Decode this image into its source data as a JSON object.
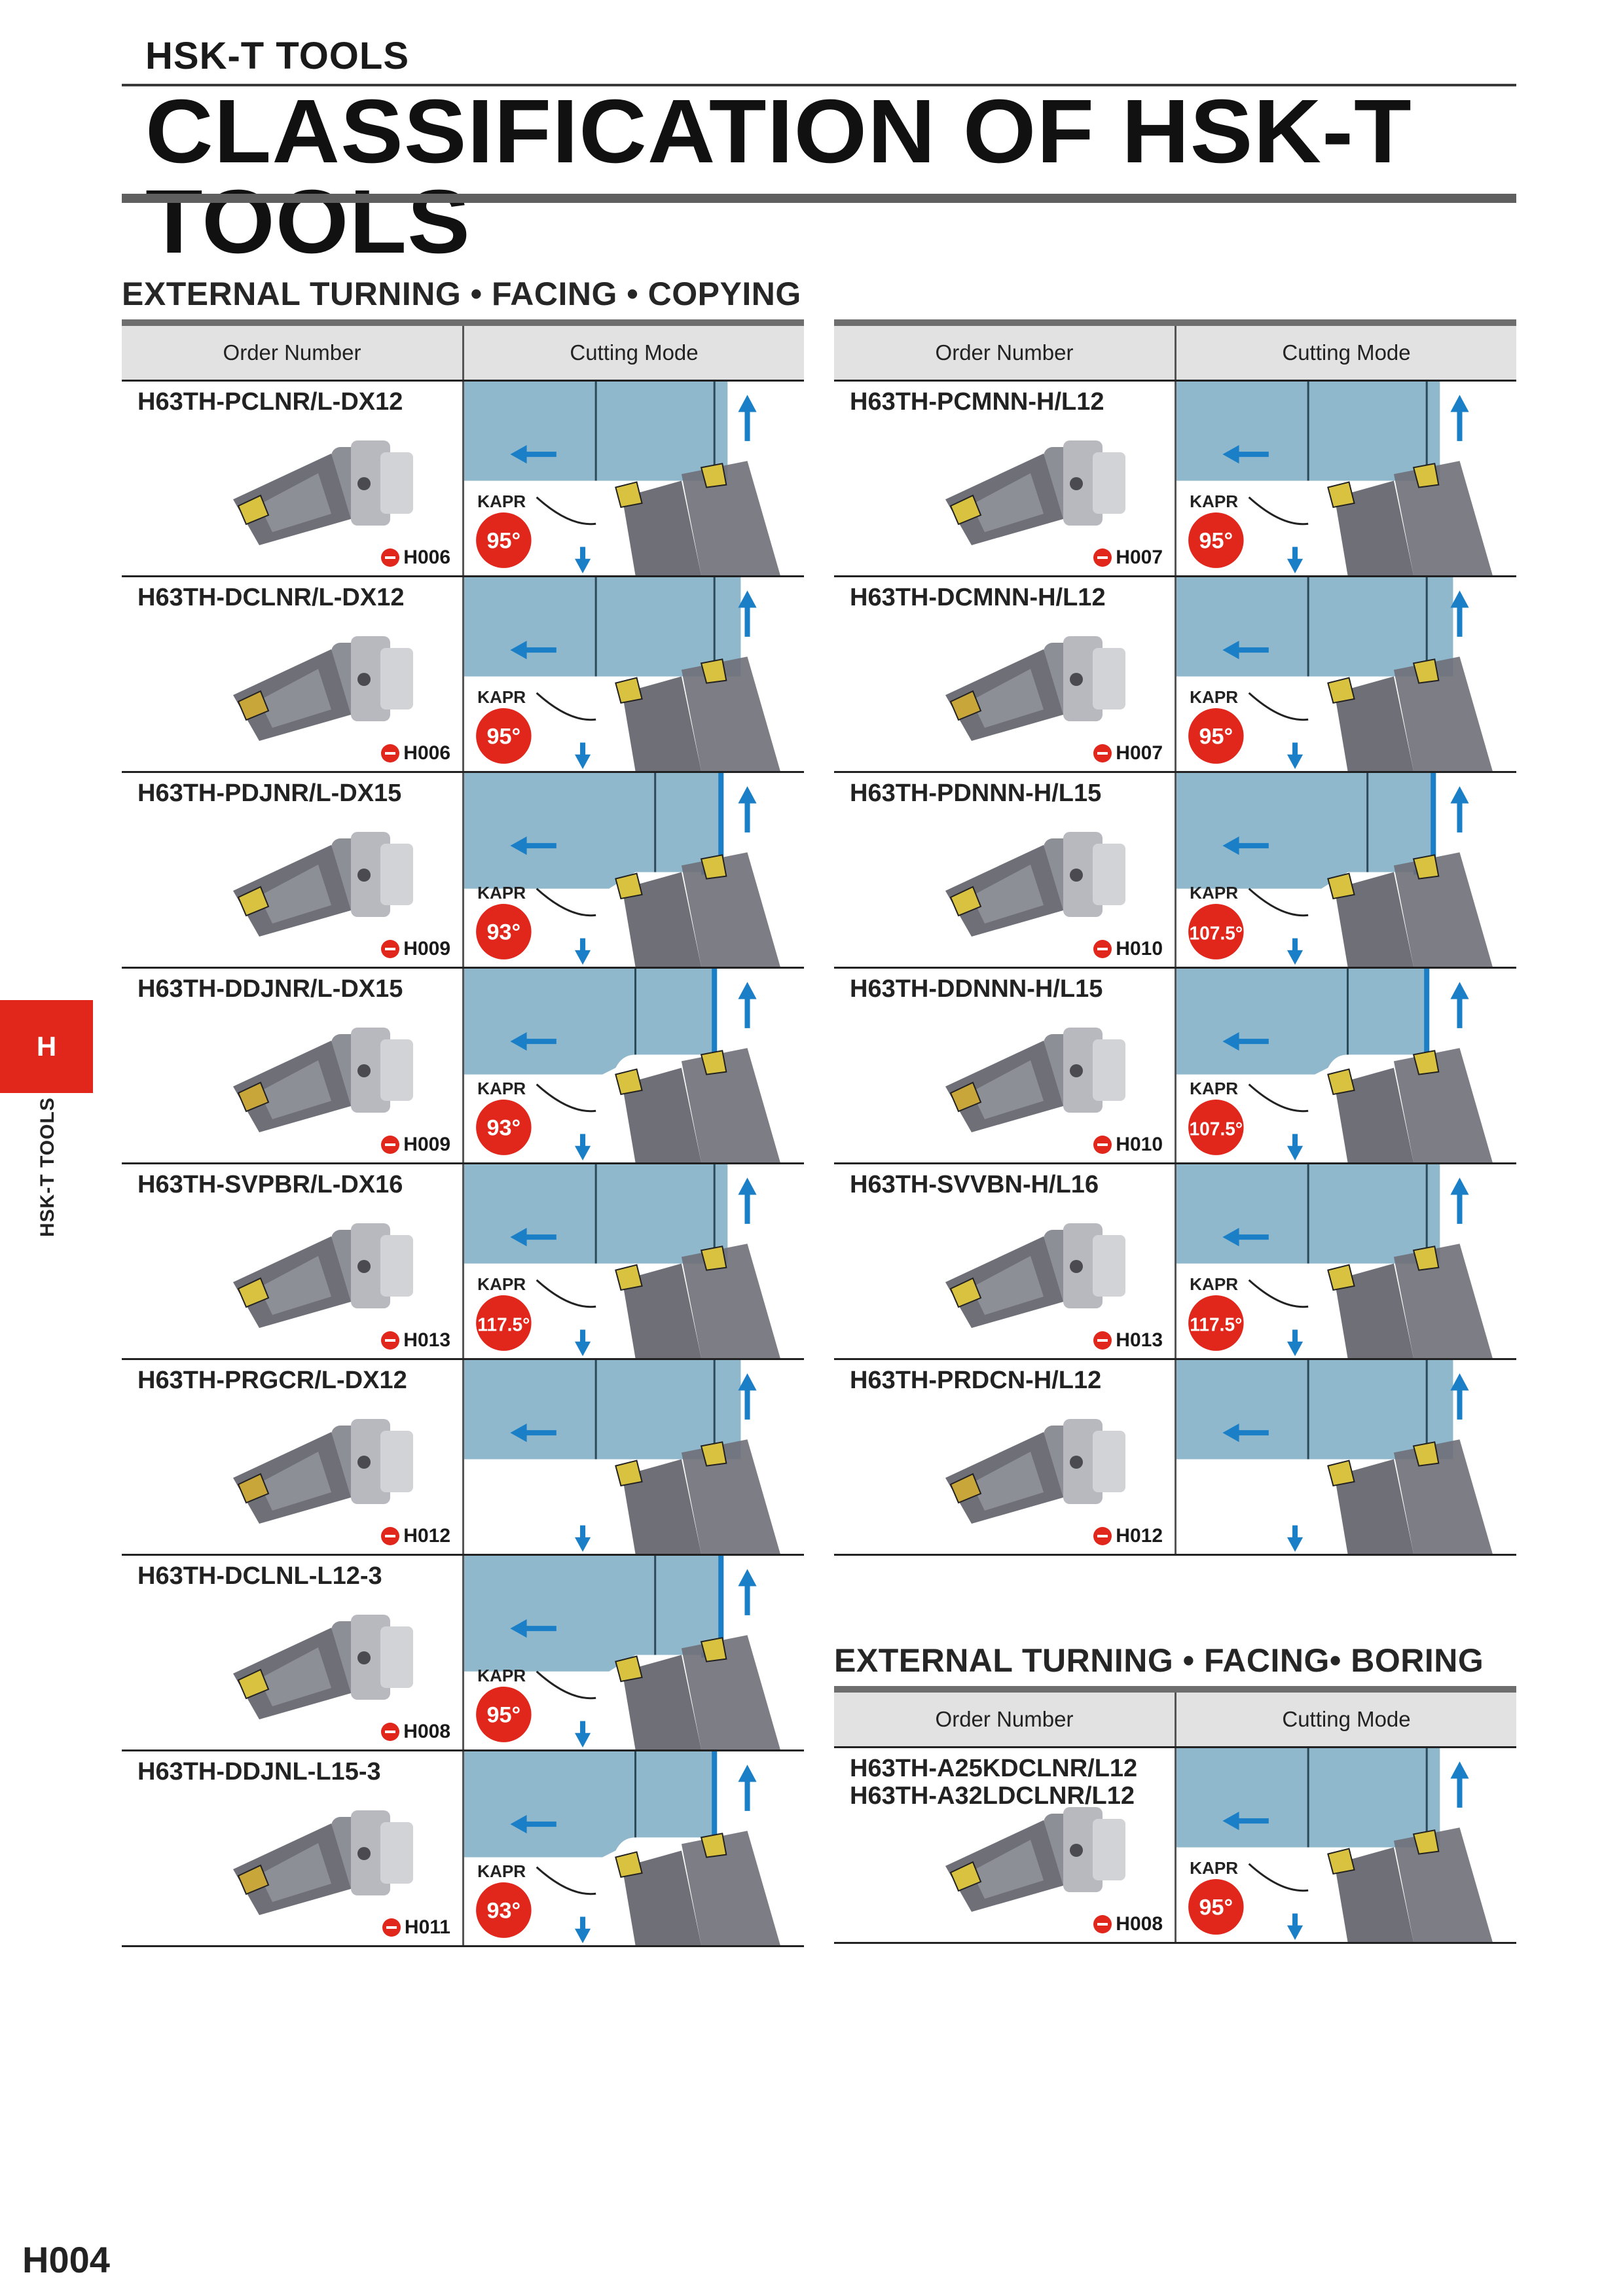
{
  "header": {
    "category": "HSK-T TOOLS",
    "title": "CLASSIFICATION OF HSK-T TOOLS"
  },
  "side_tab": {
    "letter": "H",
    "label": "HSK-T TOOLS"
  },
  "page_number": "H004",
  "colors": {
    "accent_red": "#e1261c",
    "workpiece_blue": "#8fb8cc",
    "arrow_blue": "#1a7fc6",
    "holder_gray": "#6f6f78"
  },
  "kapr_label": "KAPR",
  "section1": {
    "title": "EXTERNAL TURNING • FACING • COPYING",
    "col_order": "Order Number",
    "col_mode": "Cutting Mode",
    "left_rows": [
      {
        "code": "H63TH-PCLNR/L-DX12",
        "angle": "95°",
        "page": "H006"
      },
      {
        "code": "H63TH-DCLNR/L-DX12",
        "angle": "95°",
        "page": "H006"
      },
      {
        "code": "H63TH-PDJNR/L-DX15",
        "angle": "93°",
        "page": "H009"
      },
      {
        "code": "H63TH-DDJNR/L-DX15",
        "angle": "93°",
        "page": "H009"
      },
      {
        "code": "H63TH-SVPBR/L-DX16",
        "angle": "117.5°",
        "page": "H013"
      },
      {
        "code": "H63TH-PRGCR/L-DX12",
        "angle": "",
        "page": "H012"
      },
      {
        "code": "H63TH-DCLNL-L12-3",
        "angle": "95°",
        "page": "H008"
      },
      {
        "code": "H63TH-DDJNL-L15-3",
        "angle": "93°",
        "page": "H011"
      }
    ],
    "right_rows": [
      {
        "code": "H63TH-PCMNN-H/L12",
        "angle": "95°",
        "page": "H007"
      },
      {
        "code": "H63TH-DCMNN-H/L12",
        "angle": "95°",
        "page": "H007"
      },
      {
        "code": "H63TH-PDNNN-H/L15",
        "angle": "107.5°",
        "page": "H010"
      },
      {
        "code": "H63TH-DDNNN-H/L15",
        "angle": "107.5°",
        "page": "H010"
      },
      {
        "code": "H63TH-SVVBN-H/L16",
        "angle": "117.5°",
        "page": "H013"
      },
      {
        "code": "H63TH-PRDCN-H/L12",
        "angle": "",
        "page": "H012"
      }
    ]
  },
  "section2": {
    "title": "EXTERNAL TURNING • FACING• BORING",
    "col_order": "Order Number",
    "col_mode": "Cutting Mode",
    "rows": [
      {
        "code": "H63TH-A25KDCLNR/L12",
        "code2": "H63TH-A32LDCLNR/L12",
        "angle": "95°",
        "page": "H008"
      }
    ]
  }
}
